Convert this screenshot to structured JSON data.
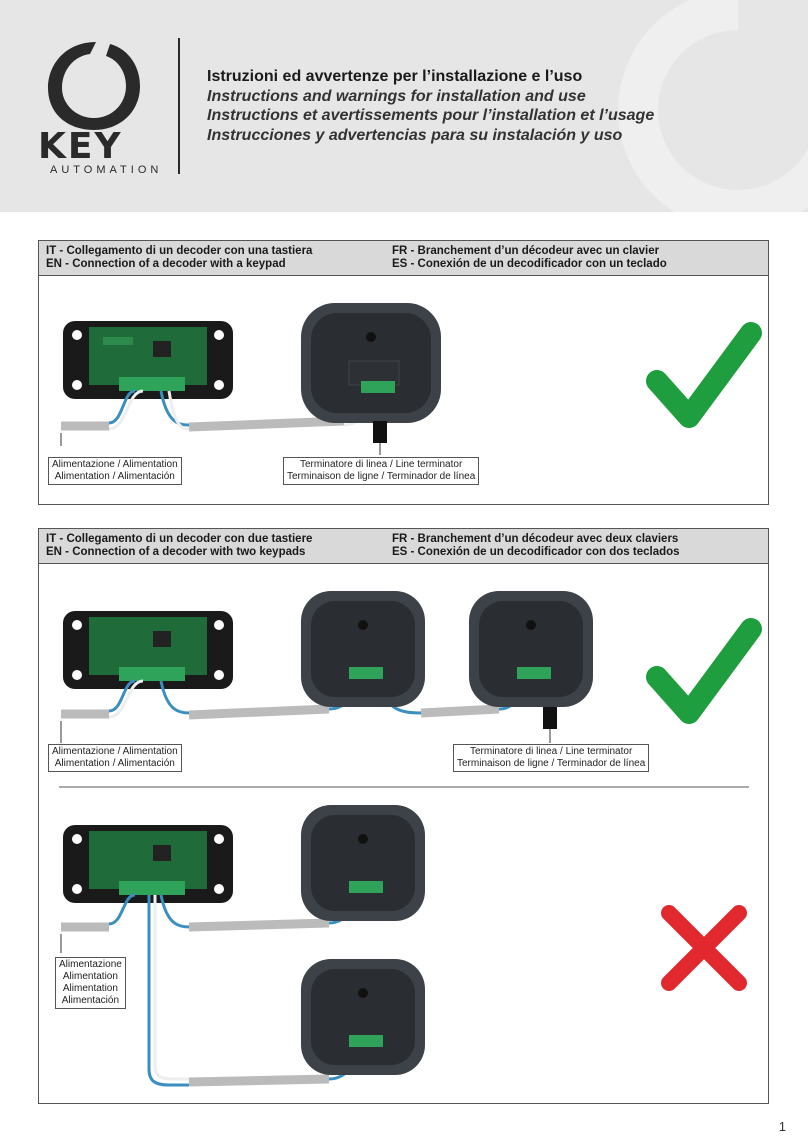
{
  "brand": {
    "name": "KEY",
    "sub": "AUTOMATION"
  },
  "titles": [
    "Istruzioni ed avvertenze per l’installazione e l’uso",
    "Instructions and warnings for installation and use",
    "Instructions et avertissements pour l’installation et l’usage",
    "Instrucciones y advertencias para su instalación y uso"
  ],
  "panel1": {
    "it": "IT - Collegamento di un decoder con una tastiera",
    "en": "EN - Connection of a decoder with a keypad",
    "fr": "FR - Branchement d’un décodeur avec un clavier",
    "es": "ES - Conexión de un decodificador con un teclado",
    "power_line1": "Alimentazione / Alimentation",
    "power_line2": "Alimentation / Alimentación",
    "term_line1": "Terminatore di linea / Line terminator",
    "term_line2": "Terminaison de ligne / Terminador de línea",
    "status": "correct"
  },
  "panel2": {
    "it": "IT - Collegamento di un decoder con due tastiere",
    "en": "EN - Connection of a decoder with two keypads",
    "fr": "FR - Branchement d’un décodeur avec deux claviers",
    "es": "ES - Conexión de un decodificador con dos teclados",
    "power_line1": "Alimentazione / Alimentation",
    "power_line2": "Alimentation / Alimentación",
    "term_line1": "Terminatore di linea / Line terminator",
    "term_line2": "Terminaison de ligne / Terminador de línea",
    "power_stack": [
      "Alimentazione",
      "Alimentation",
      "Alimentation",
      "Alimentación"
    ],
    "status_top": "correct",
    "status_bottom": "wrong"
  },
  "colors": {
    "check": "#1e9e3e",
    "cross": "#e0282e",
    "wire": "#3a8fc0",
    "pcb": "#1f6b3a"
  },
  "page_number": "1"
}
